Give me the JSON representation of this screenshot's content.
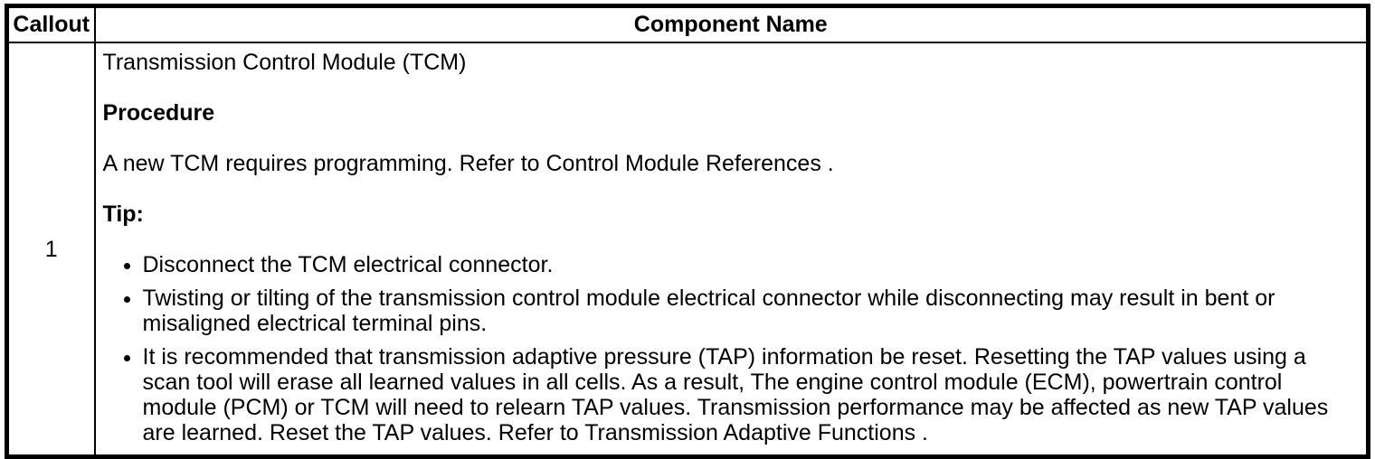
{
  "colors": {
    "border": "#000000",
    "text": "#000000",
    "background": "#ffffff"
  },
  "table": {
    "header": {
      "callout": "Callout",
      "component_name": "Component Name"
    },
    "row": {
      "callout": "1",
      "title": "Transmission Control Module (TCM)",
      "procedure_heading": "Procedure",
      "procedure_text": "A new TCM requires programming. Refer to Control Module References .",
      "tip_heading": "Tip:",
      "tips": [
        "Disconnect the TCM electrical connector.",
        "Twisting or tilting of the transmission control module electrical connector while disconnecting may result in bent or misaligned electrical terminal pins.",
        "It is recommended that transmission adaptive pressure (TAP) information be reset. Resetting the TAP values using a scan tool will erase all learned values in all cells. As a result, The engine control module (ECM), powertrain control module (PCM) or TCM will need to relearn TAP values. Transmission performance may be affected as new TAP values are learned. Reset the TAP values. Refer to Transmission Adaptive Functions ."
      ]
    }
  }
}
